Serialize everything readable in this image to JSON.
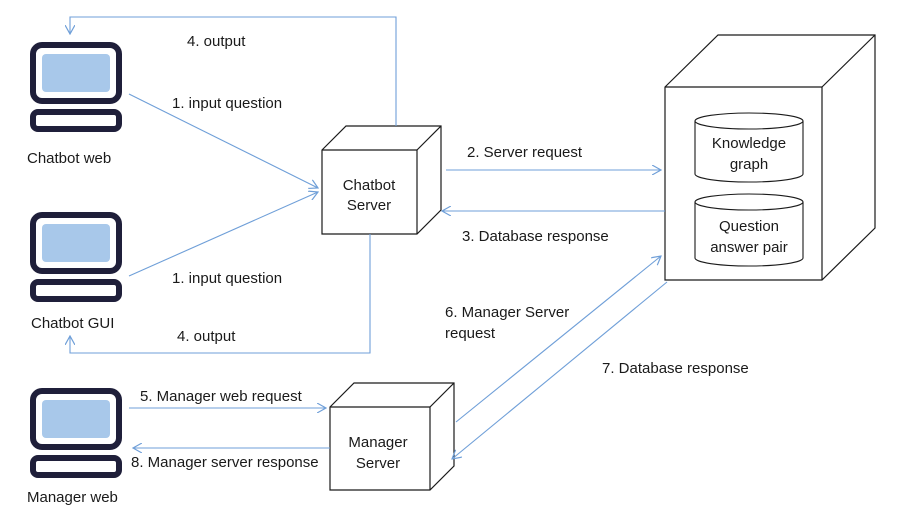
{
  "nodes": {
    "chatbot_web": "Chatbot web",
    "chatbot_gui": "Chatbot GUI",
    "manager_web": "Manager web",
    "chatbot_server": [
      "Chatbot",
      "Server"
    ],
    "manager_server": [
      "Manager",
      "Server"
    ],
    "knowledge_graph": [
      "Knowledge",
      "graph"
    ],
    "qa_pair": [
      "Question",
      "answer pair"
    ]
  },
  "edges": {
    "e1_web": "1. input question",
    "e1_gui": "1. input question",
    "e4_web": "4. output",
    "e4_gui": "4. output",
    "e2": "2. Server request",
    "e3": "3. Database response",
    "e5": "5. Manager web request",
    "e6": [
      "6. Manager Server",
      "request"
    ],
    "e7": "7. Database response",
    "e8": "8. Manager server response"
  },
  "colors": {
    "arrow": "#6f9fd8",
    "monitor_screen": "#a8c8ea",
    "monitor_frame": "#1f1f3a"
  }
}
